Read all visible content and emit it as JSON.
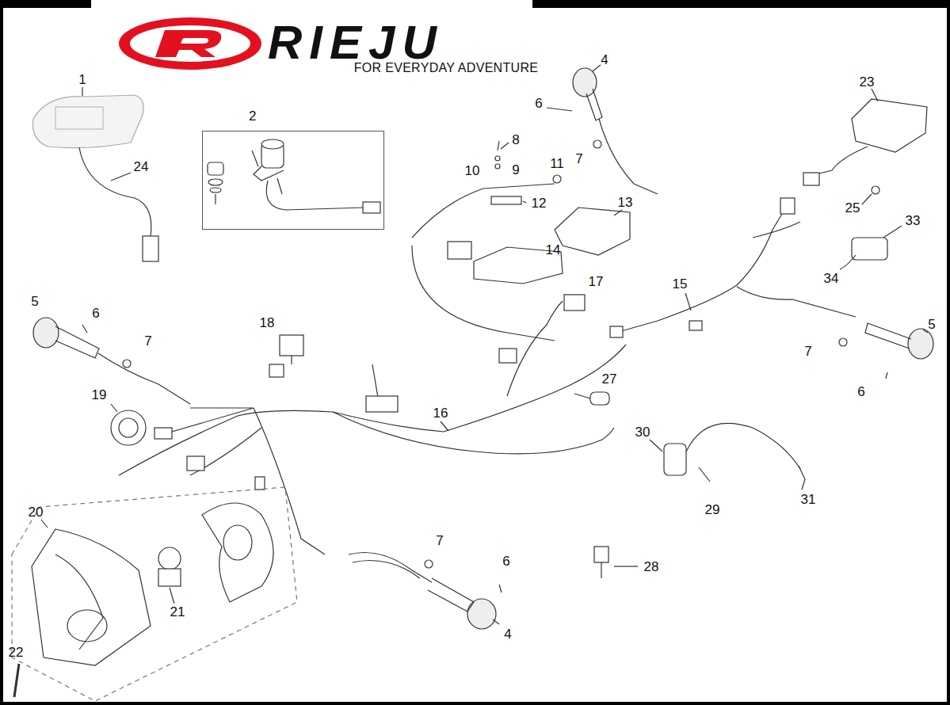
{
  "diagram": {
    "title": "RIEJU",
    "nodes": [
      {
        "text": [
          "2"
        ]
      }
    ],
    "labels": [
      "FOR EVERYDAY ADVENTURE",
      "1",
      "4",
      "23",
      "6",
      "8",
      "7",
      "10",
      "9",
      "11",
      "12",
      "13",
      "25",
      "33",
      "24",
      "14",
      "34",
      "5",
      "6",
      "17",
      "15",
      "5",
      "18",
      "7",
      "7",
      "6",
      "27",
      "19",
      "16",
      "30",
      "20",
      "29",
      "31",
      "7",
      "6",
      "28",
      "21",
      "4",
      "22"
    ]
  }
}
